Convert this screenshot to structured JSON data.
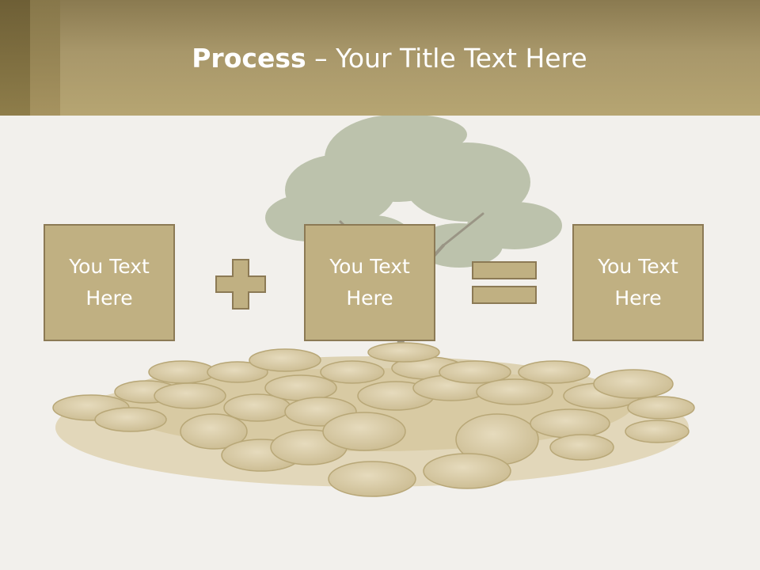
{
  "slide": {
    "title_bold": "Process",
    "title_rest": " – Your Title Text Here"
  },
  "boxes": [
    {
      "text": "You Text Here"
    },
    {
      "text": "You Text Here"
    },
    {
      "text": "You Text Here"
    }
  ],
  "operators": [
    "plus",
    "equals"
  ],
  "colors": {
    "header": "#b2a06e",
    "box_fill": "#c0b082",
    "box_border": "#8c7a55",
    "background": "#f2f0ec"
  }
}
